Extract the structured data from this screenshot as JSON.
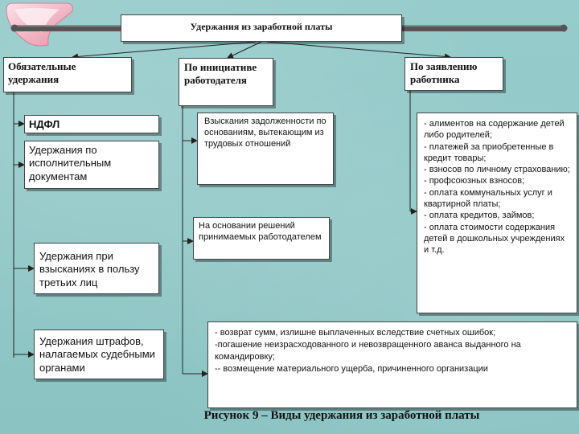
{
  "title": "Удержания из заработной платы",
  "categories": {
    "mandatory": "Обязательные удержания",
    "employer": "По инициативе работодателя",
    "employee": "По заявлению работника"
  },
  "mandatory_items": [
    "НДФЛ",
    "Удержания по исполнительным документам",
    "Удержания при взысканиях в пользу третьих лиц",
    "Удержания штрафов, налагаемых судебными органами"
  ],
  "employer_items": [
    "Взыскания задолженности по основаниям, вытекающим из трудовых отношений",
    "На основании решений принимаемых работодателем"
  ],
  "employee_list": [
    "- алиментов на содержание детей либо родителей;",
    "- платежей за приобретенные в кредит товары;",
    "- взносов по личному страхованию;",
    "- профсоюзных взносов;",
    "- оплата коммунальных услуг и квартирной платы;",
    "- оплата кредитов, займов;",
    "- оплата стоимости содержания детей в дошкольных учреждениях и т.д."
  ],
  "employer_list": [
    "- возврат сумм, излишне выплаченных вследствие счетных ошибок;",
    "-погашение неизрасходованного и невозвращенного аванса выданного на командировку;",
    "-- возмещение материального ущерба, причиненного организации"
  ],
  "caption": "Рисунок 9 – Виды удержания из заработной платы",
  "colors": {
    "background": "#8fc7c6",
    "bar": "#555555",
    "box": "#ffffff",
    "border": "#444444",
    "accent_pink": "#f0a8b8"
  }
}
